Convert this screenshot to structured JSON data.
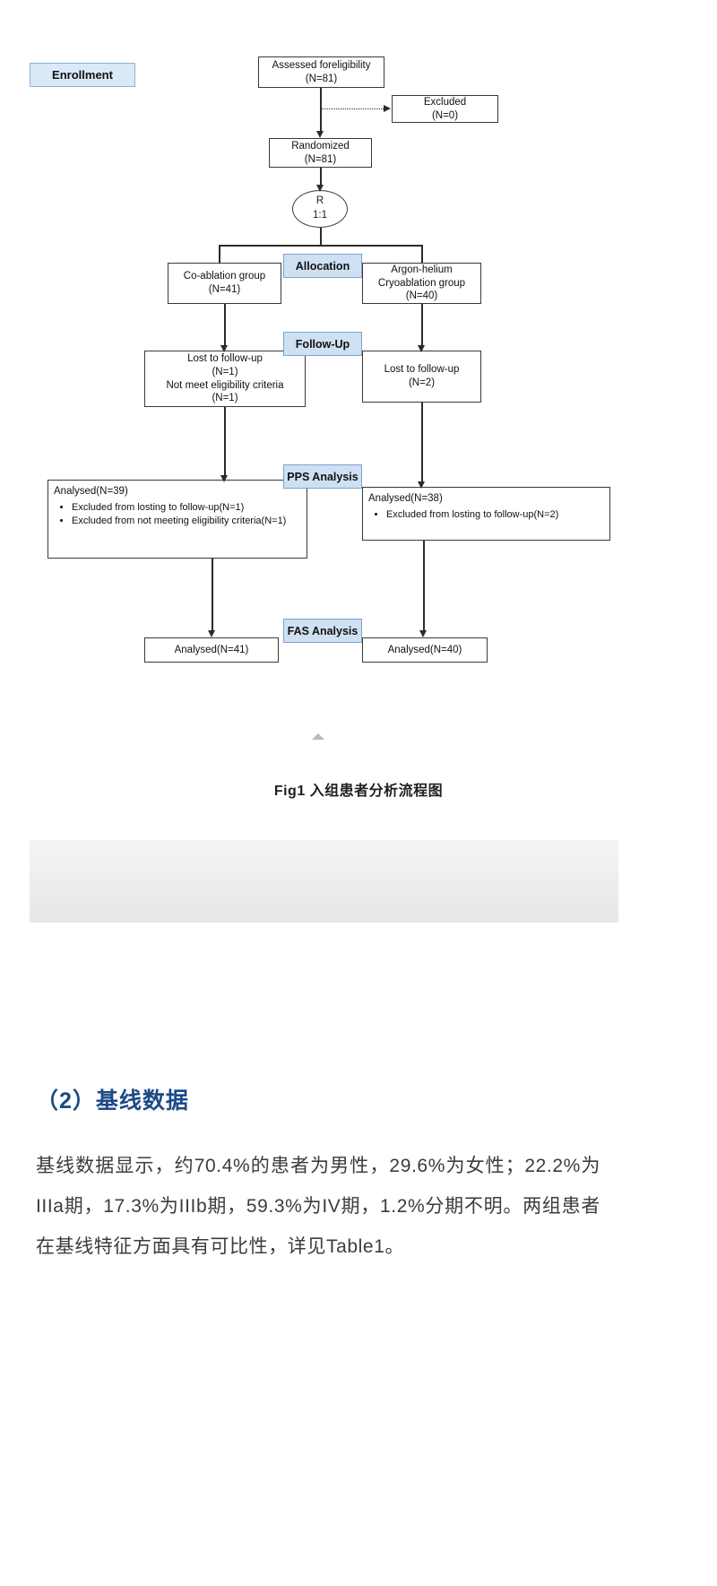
{
  "figure": {
    "stages": {
      "enrollment": "Enrollment",
      "allocation": "Allocation",
      "followup": "Follow-Up",
      "pps": "PPS Analysis",
      "fas": "FAS Analysis"
    },
    "nodes": {
      "assessed": {
        "line1": "Assessed foreligibility",
        "line2": "(N=81)"
      },
      "excluded": {
        "line1": "Excluded",
        "line2": "(N=0)"
      },
      "randomized": {
        "line1": "Randomized",
        "line2": "(N=81)"
      },
      "ratio": {
        "line1": "R",
        "line2": "1:1"
      },
      "group_left": {
        "line1": "Co-ablation group",
        "line2": "(N=41)"
      },
      "group_right": {
        "line1": "Argon-helium",
        "line2": "Cryoablation group",
        "line3": "(N=40)"
      },
      "lost_left": {
        "line1": "Lost to follow-up",
        "line2": "(N=1)",
        "line3": "Not meet eligibility criteria",
        "line4": "(N=1)"
      },
      "lost_right": {
        "line1": "Lost to follow-up",
        "line2": "(N=2)"
      },
      "pps_left": {
        "head": "Analysed(N=39)",
        "bullets": [
          "Excluded from losting to follow-up(N=1)",
          "Excluded from not meeting eligibility criteria(N=1)"
        ]
      },
      "pps_right": {
        "head": "Analysed(N=38)",
        "bullets": [
          "Excluded from losting to follow-up(N=2)"
        ]
      },
      "fas_left": {
        "line1": "Analysed(N=41)"
      },
      "fas_right": {
        "line1": "Analysed(N=40)"
      }
    },
    "caption": "Fig1 入组患者分析流程图",
    "collapse_icon": "triangle-up-icon"
  },
  "content": {
    "heading": "（2）基线数据",
    "paragraph": "基线数据显示，约70.4%的患者为男性，29.6%为女性；22.2%为IIIa期，17.3%为IIIb期，59.3%为IV期，1.2%分期不明。两组患者在基线特征方面具有可比性，详见Table1。"
  },
  "colors": {
    "stage_fill": "#cfe0f3",
    "stage_border": "#7ba3d0",
    "heading_blue": "#1b4a86",
    "line": "#2b2b2b"
  }
}
